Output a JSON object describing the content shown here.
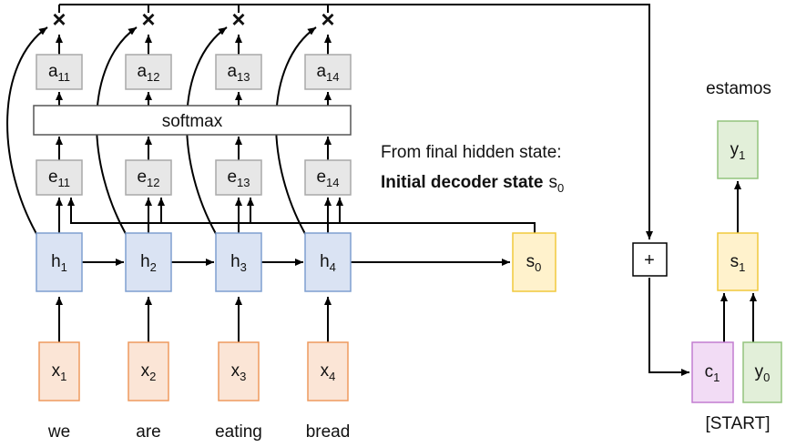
{
  "colors": {
    "encoder_fill": "#dae3f3",
    "encoder_stroke": "#7f9fd0",
    "attn_fill": "#e7e7e7",
    "attn_stroke": "#a9a9a9",
    "input_fill": "#fbe5d6",
    "input_stroke": "#ee9a5e",
    "state_fill": "#fff2cc",
    "state_stroke": "#f0c93c",
    "context_fill": "#f2dcf5",
    "context_stroke": "#c27dd1",
    "output_fill": "#e2efd9",
    "output_stroke": "#93c47d"
  },
  "encoder": {
    "words": [
      "we",
      "are",
      "eating",
      "bread"
    ],
    "inputs": [
      {
        "base": "x",
        "sub": "1"
      },
      {
        "base": "x",
        "sub": "2"
      },
      {
        "base": "x",
        "sub": "3"
      },
      {
        "base": "x",
        "sub": "4"
      }
    ],
    "hidden": [
      {
        "base": "h",
        "sub": "1"
      },
      {
        "base": "h",
        "sub": "2"
      },
      {
        "base": "h",
        "sub": "3"
      },
      {
        "base": "h",
        "sub": "4"
      }
    ],
    "scores": [
      {
        "base": "e",
        "sub": "11"
      },
      {
        "base": "e",
        "sub": "12"
      },
      {
        "base": "e",
        "sub": "13"
      },
      {
        "base": "e",
        "sub": "14"
      }
    ],
    "weights": [
      {
        "base": "a",
        "sub": "11"
      },
      {
        "base": "a",
        "sub": "12"
      },
      {
        "base": "a",
        "sub": "13"
      },
      {
        "base": "a",
        "sub": "14"
      }
    ],
    "softmax_label": "softmax",
    "multiply_symbol": "×"
  },
  "annotation": {
    "line1": "From final hidden state:",
    "line2_bold": "Initial decoder state",
    "line2_base": "s",
    "line2_sub": "0"
  },
  "decoder": {
    "initial_state": {
      "base": "s",
      "sub": "0"
    },
    "plus_symbol": "+",
    "state": {
      "base": "s",
      "sub": "1"
    },
    "output": {
      "base": "y",
      "sub": "1"
    },
    "context": {
      "base": "c",
      "sub": "1"
    },
    "prev_output": {
      "base": "y",
      "sub": "0"
    },
    "output_word": "estamos",
    "start_token": "[START]"
  }
}
